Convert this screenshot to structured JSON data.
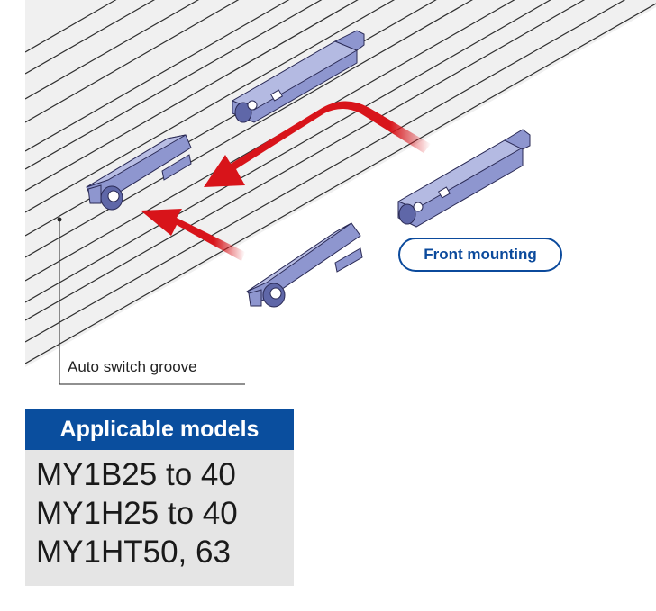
{
  "callouts": {
    "front_mounting": "Front mounting",
    "auto_switch_groove": "Auto switch groove"
  },
  "models": {
    "header": "Applicable models",
    "items": [
      "MY1B25 to 40",
      "MY1H25 to 40",
      "MY1HT50, 63"
    ]
  },
  "colors": {
    "rail": "#ececec",
    "rail_lines": "#333333",
    "switch_body": "#8e96cf",
    "switch_dark": "#5f67a8",
    "arrow": "#d8141a",
    "header_bg": "#0a4e9e",
    "models_bg": "#e5e5e5"
  }
}
